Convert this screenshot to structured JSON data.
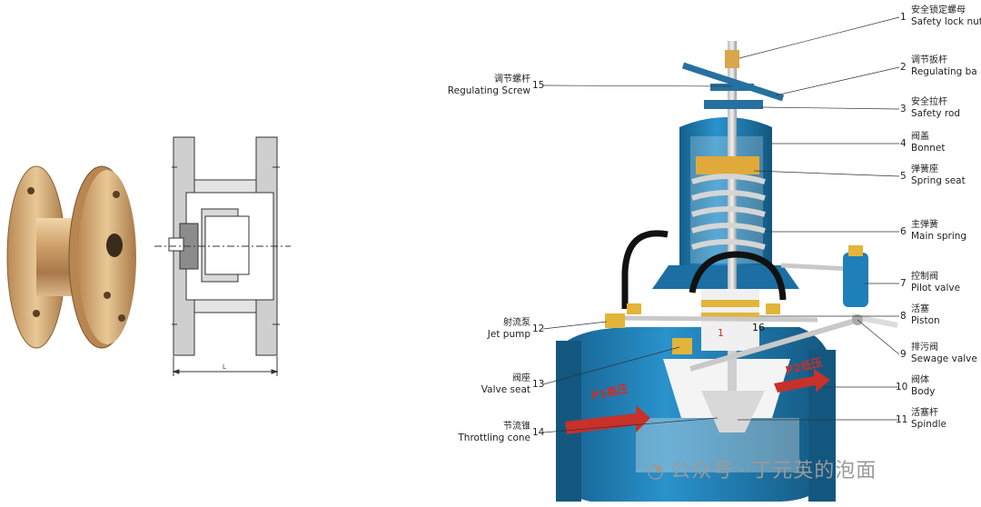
{
  "dimension_label": "L",
  "watermark": {
    "platform": "公众号",
    "separator": "·",
    "account": "丁元英的泡面"
  },
  "right_labels": [
    {
      "num": "1",
      "cn": "安全锁定螺母",
      "en": "Safety lock nut"
    },
    {
      "num": "2",
      "cn": "调节扳杆",
      "en": "Regulating ba"
    },
    {
      "num": "3",
      "cn": "安全拉杆",
      "en": "Safety rod"
    },
    {
      "num": "4",
      "cn": "阀盖",
      "en": "Bonnet"
    },
    {
      "num": "5",
      "cn": "弹簧座",
      "en": "Spring seat"
    },
    {
      "num": "6",
      "cn": "主弹簧",
      "en": "Main spring"
    },
    {
      "num": "7",
      "cn": "控制阀",
      "en": "Pilot valve"
    },
    {
      "num": "8",
      "cn": "活塞",
      "en": "Piston"
    },
    {
      "num": "9",
      "cn": "排污阀",
      "en": "Sewage valve"
    },
    {
      "num": "10",
      "cn": "阀体",
      "en": "Body"
    },
    {
      "num": "11",
      "cn": "活塞杆",
      "en": "Spindle"
    }
  ],
  "left_labels": [
    {
      "num": "15",
      "cn": "调节螺杆",
      "en": "Regulating Screw"
    },
    {
      "num": "12",
      "cn": "射流泵",
      "en": "Jet pump"
    },
    {
      "num": "13",
      "cn": "阀座",
      "en": "Valve seat"
    },
    {
      "num": "14",
      "cn": "节流锥",
      "en": "Throttling cone"
    }
  ],
  "inner_labels": {
    "pressure_high": "P1高压",
    "pressure_low": "P2低压",
    "mark_1": "1",
    "mark_16": "16"
  },
  "colors": {
    "valve_body": "#1f7fb8",
    "brass": "#c79a5c",
    "spring": "#d8d8d8",
    "piston_yellow": "#e2b43a",
    "arrow_red": "#c8302a"
  }
}
